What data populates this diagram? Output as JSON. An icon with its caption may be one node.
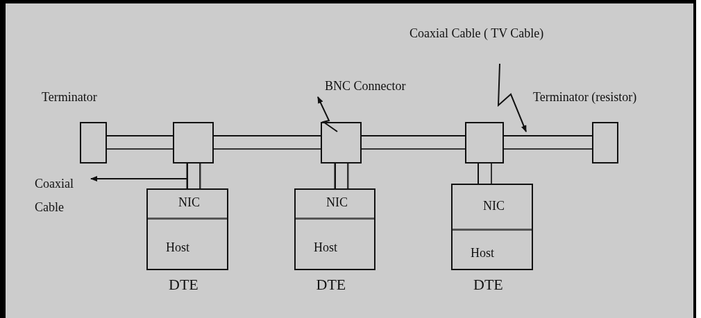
{
  "diagram": {
    "nodes": [
      {
        "text": [],
        "shape": "box",
        "beside": [
          "Terminator"
        ]
      },
      {
        "text": [],
        "shape": "box"
      },
      {
        "text": [],
        "shape": "box"
      },
      {
        "text": [],
        "shape": "box"
      },
      {
        "text": [],
        "shape": "box",
        "beside": [
          "Terminator (resistor)"
        ]
      },
      {
        "text": [
          "NIC",
          "Host"
        ],
        "beside": [
          "DTE"
        ]
      },
      {
        "text": [
          "NIC",
          "Host"
        ],
        "beside": [
          "DTE"
        ]
      },
      {
        "text": [
          "NIC",
          "Host"
        ],
        "beside": [
          "DTE"
        ]
      },
      {
        "text": [
          "BNC Connector"
        ]
      },
      {
        "text": [
          "Coaxial Cable ( TV Cable)"
        ]
      },
      {
        "text": [
          "Coaxial Cable"
        ]
      }
    ],
    "edges": [
      {
        "from": 0,
        "to": 1,
        "arrow": "none"
      },
      {
        "from": 1,
        "to": 2,
        "arrow": "none"
      },
      {
        "from": 2,
        "to": 3,
        "arrow": "none"
      },
      {
        "from": 3,
        "to": 4,
        "arrow": "none"
      },
      {
        "from": 1,
        "to": 5,
        "arrow": "none"
      },
      {
        "from": 2,
        "to": 6,
        "arrow": "none"
      },
      {
        "from": 3,
        "to": 7,
        "arrow": "none"
      },
      {
        "from": 2,
        "to": 8,
        "arrow": "to"
      },
      {
        "from": 9,
        "to": null,
        "arrow": "to"
      },
      {
        "from": null,
        "to": 10,
        "arrow": "to"
      }
    ]
  }
}
